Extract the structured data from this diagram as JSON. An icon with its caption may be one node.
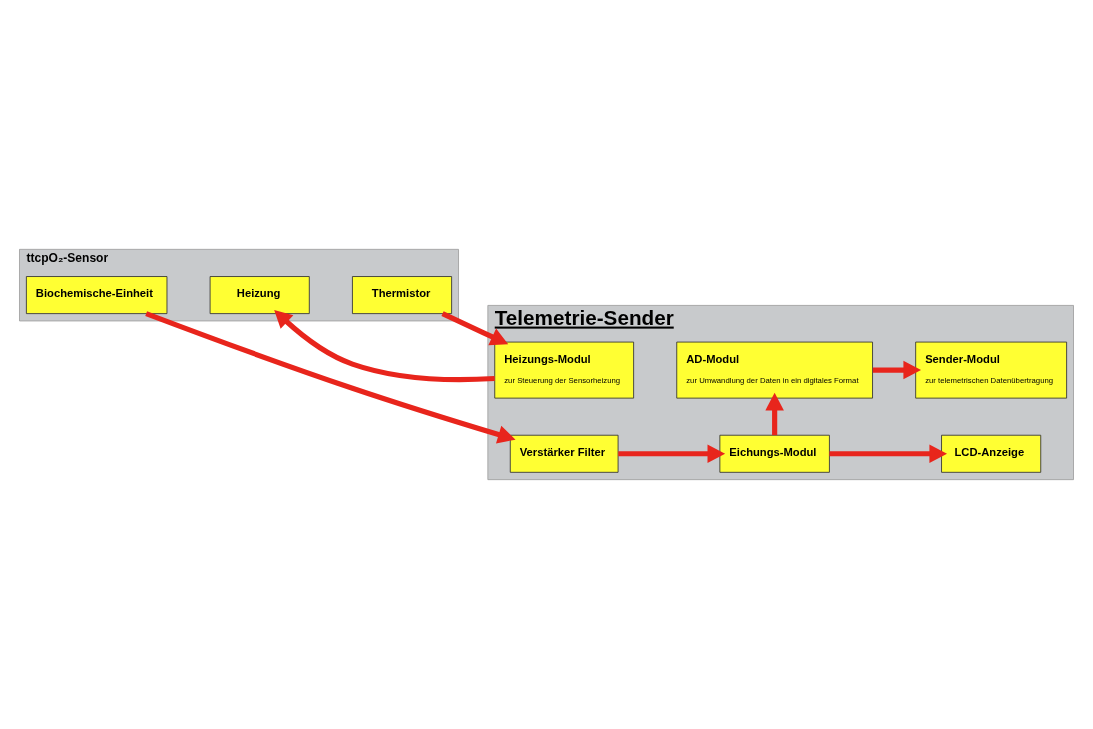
{
  "diagram": {
    "nodes": [
      {
        "text": [
          "ttcpO₂-Sensor"
        ]
      },
      {
        "text": [
          "Biochemische-Einheit"
        ],
        "in": 0
      },
      {
        "text": [
          "Heizung"
        ],
        "in": 0
      },
      {
        "text": [
          "Thermistor"
        ],
        "in": 0
      },
      {
        "text": [
          "Telemetrie-Sender"
        ]
      },
      {
        "text": [
          "Verstärker Filter"
        ],
        "in": 4
      },
      {
        "text": [
          "Eichungs-Modul"
        ],
        "in": 4
      },
      {
        "text": [
          "LCD-Anzeige"
        ],
        "in": 4
      },
      {
        "text": [
          "Heizungs-Modul",
          "zur Steuerung der Sensorheizung"
        ],
        "in": 4
      },
      {
        "text": [
          "AD-Modul",
          "zur Umwandlung der Daten in ein digitales Format"
        ],
        "in": 4
      },
      {
        "text": [
          "Sender-Modul",
          "zur telemetrischen Datenübertragung"
        ],
        "in": 4
      }
    ],
    "edges": [
      {
        "from": 1,
        "to": 5,
        "arrow": "to"
      },
      {
        "from": 5,
        "to": 6,
        "arrow": "to"
      },
      {
        "from": 6,
        "to": 7,
        "arrow": "to"
      },
      {
        "from": 6,
        "to": 9,
        "arrow": "to"
      },
      {
        "from": 8,
        "to": 2,
        "arrow": "to"
      },
      {
        "from": 3,
        "to": 8,
        "arrow": "to"
      },
      {
        "from": 9,
        "to": 10,
        "arrow": "to"
      }
    ]
  }
}
